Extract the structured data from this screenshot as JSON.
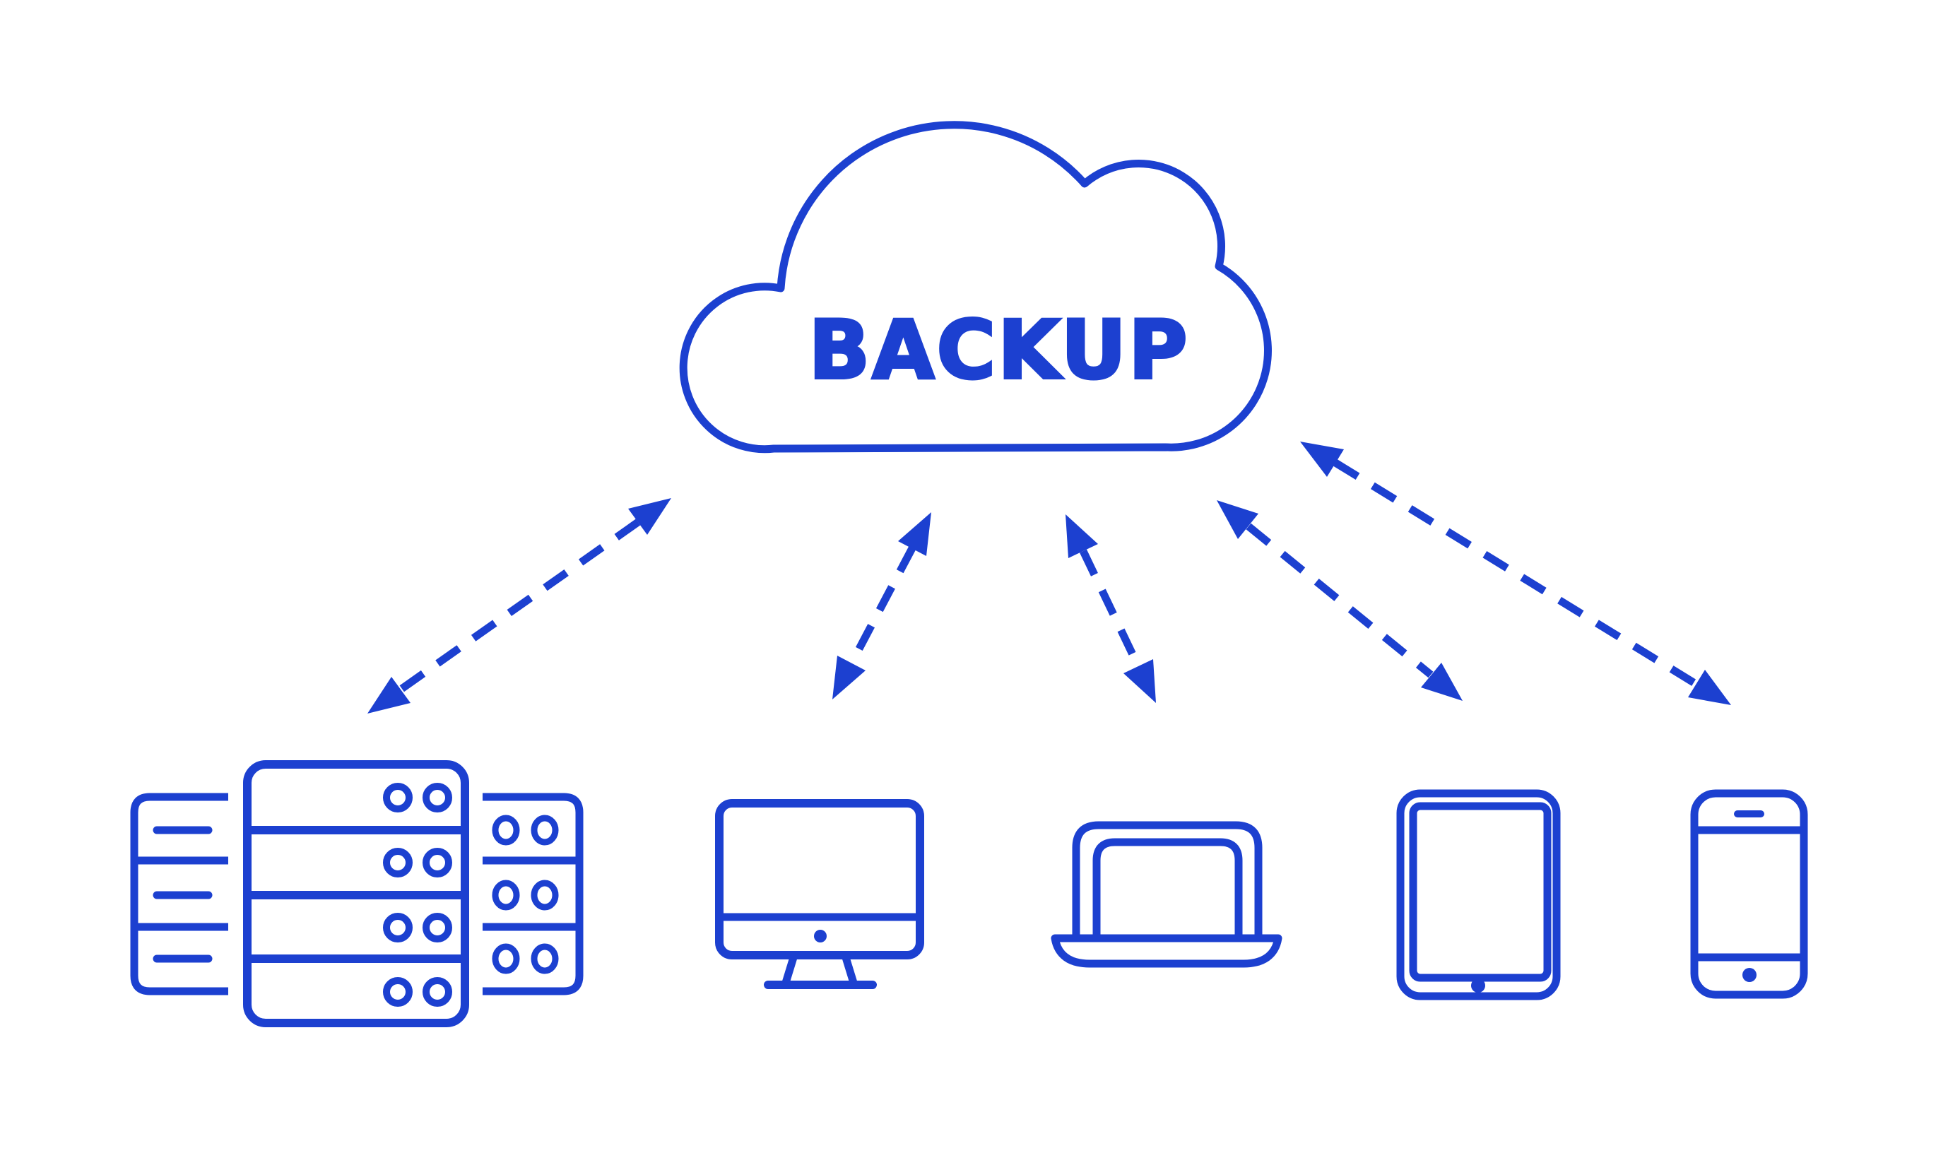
{
  "diagram": {
    "title": "BACKUP",
    "background_color": "#ffffff",
    "line_color": "#1c40d0",
    "cloud": {
      "label": "BACKUP"
    },
    "nodes": [
      {
        "id": "cloud",
        "icon": "cloud-icon",
        "label": "BACKUP"
      },
      {
        "id": "server",
        "icon": "server-rack-icon"
      },
      {
        "id": "desktop",
        "icon": "desktop-monitor-icon"
      },
      {
        "id": "laptop",
        "icon": "laptop-icon"
      },
      {
        "id": "tablet",
        "icon": "tablet-icon"
      },
      {
        "id": "phone",
        "icon": "smartphone-icon"
      }
    ],
    "connections": [
      {
        "from": "cloud",
        "to": "server",
        "style": "dashed",
        "bidirectional": true
      },
      {
        "from": "cloud",
        "to": "desktop",
        "style": "dashed",
        "bidirectional": true
      },
      {
        "from": "cloud",
        "to": "laptop",
        "style": "dashed",
        "bidirectional": true
      },
      {
        "from": "cloud",
        "to": "tablet",
        "style": "dashed",
        "bidirectional": true
      },
      {
        "from": "cloud",
        "to": "phone",
        "style": "dashed",
        "bidirectional": true
      }
    ]
  }
}
